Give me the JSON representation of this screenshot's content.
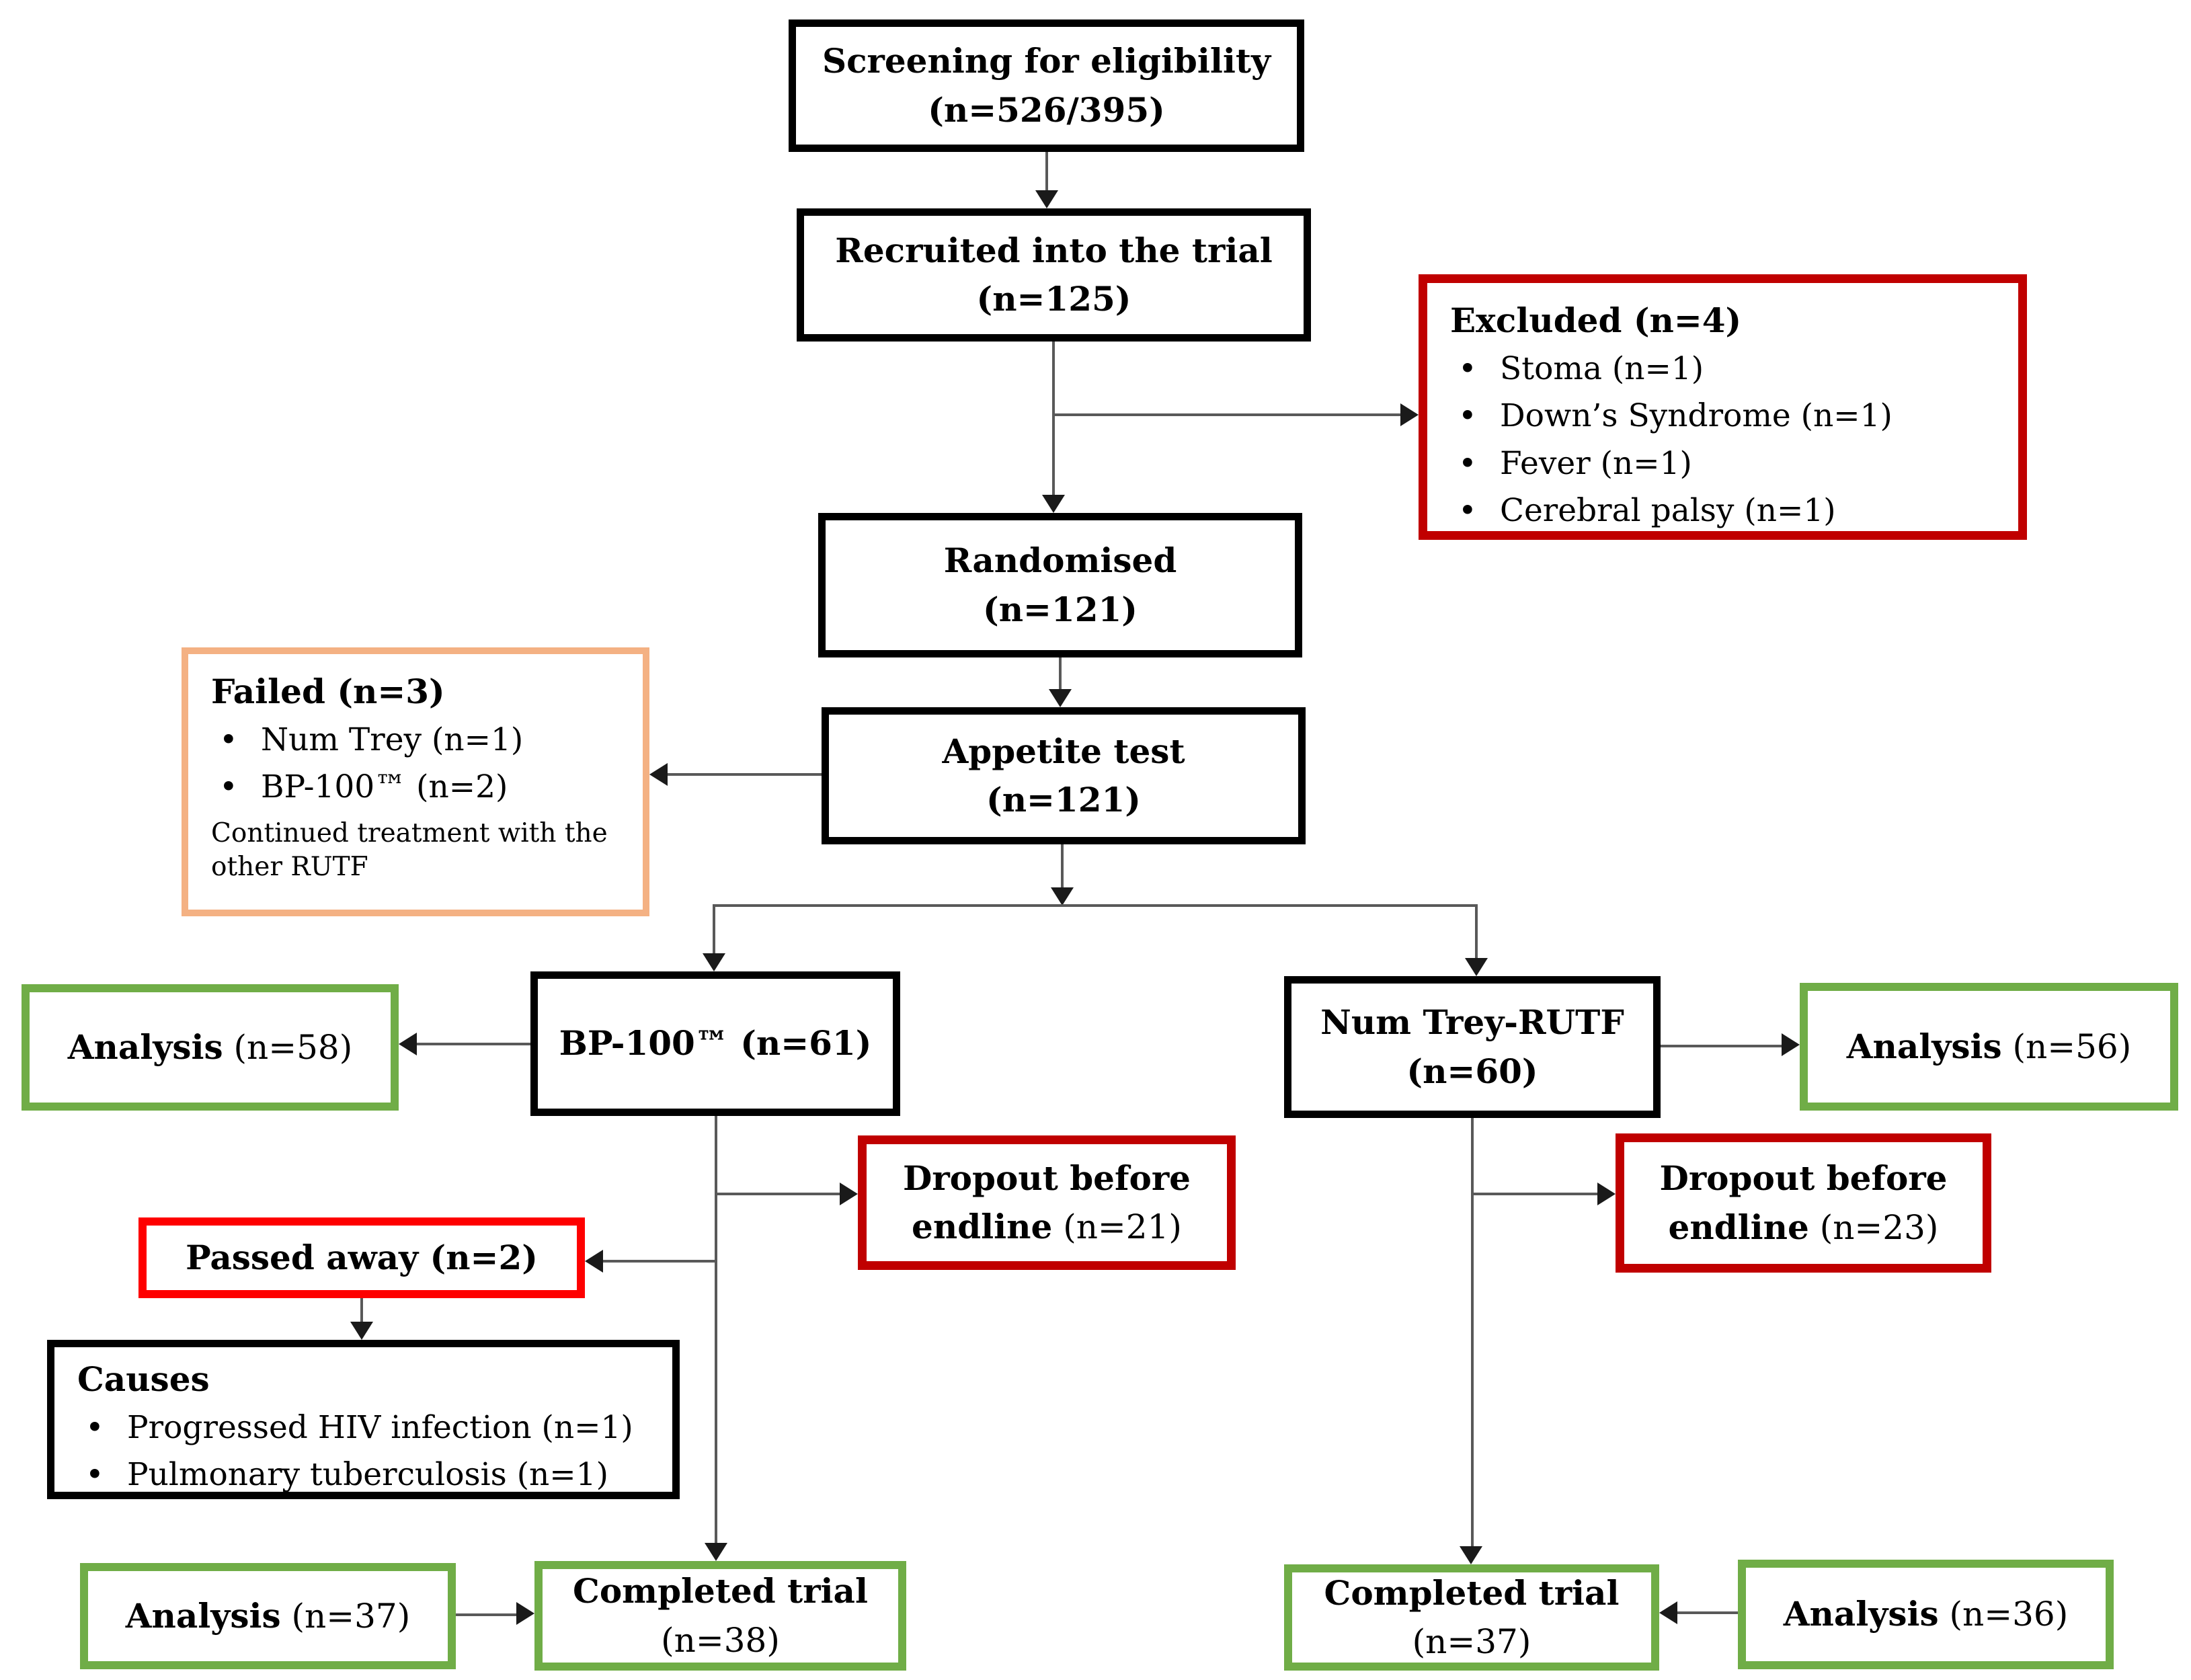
{
  "ui": {
    "bullet": "•"
  },
  "colors": {
    "box_black": "#000000",
    "box_red": "#c00000",
    "box_red_bright": "#fe0000",
    "box_orange": "#f4b183",
    "box_green": "#70ad47",
    "line": "#595959",
    "arrow": "#1a1a1a"
  },
  "nodes": {
    "screening": {
      "title": "Screening for eligibility",
      "n": "(n=526/395)"
    },
    "recruited": {
      "title": "Recruited into the trial",
      "n": "(n=125)"
    },
    "excluded": {
      "header": "Excluded (n=4)",
      "items": [
        "Stoma (n=1)",
        "Down’s Syndrome (n=1)",
        "Fever (n=1)",
        "Cerebral palsy (n=1)"
      ]
    },
    "randomised": {
      "title": "Randomised",
      "n": "(n=121)"
    },
    "failed": {
      "header": "Failed (n=3)",
      "items": [
        "Num Trey (n=1)",
        "BP-100™ (n=2)"
      ],
      "note": "Continued treatment with the other RUTF"
    },
    "appetite": {
      "title": "Appetite test",
      "n": "(n=121)"
    },
    "bp100": {
      "title": "BP-100™ (n=61)"
    },
    "numtrey": {
      "title": "Num Trey-RUTF",
      "n": "(n=60)"
    },
    "analysis58": {
      "bold": "Analysis",
      "rest": " (n=58)"
    },
    "analysis56": {
      "bold": "Analysis",
      "rest": " (n=56)"
    },
    "dropout21": {
      "bold": "Dropout before endline",
      "rest": " (n=21)"
    },
    "dropout23": {
      "bold": "Dropout before endline",
      "rest": " (n=23)"
    },
    "passed_away": {
      "title": "Passed away (n=2)"
    },
    "causes": {
      "header": "Causes",
      "items": [
        "Progressed HIV infection (n=1)",
        "Pulmonary tuberculosis (n=1)"
      ]
    },
    "analysis37": {
      "bold": "Analysis",
      "rest": " (n=37)"
    },
    "analysis36": {
      "bold": "Analysis",
      "rest": " (n=36)"
    },
    "completed38": {
      "title": "Completed trial",
      "n": "(n=38)"
    },
    "completed37": {
      "title": "Completed trial",
      "n": "(n=37)"
    }
  }
}
